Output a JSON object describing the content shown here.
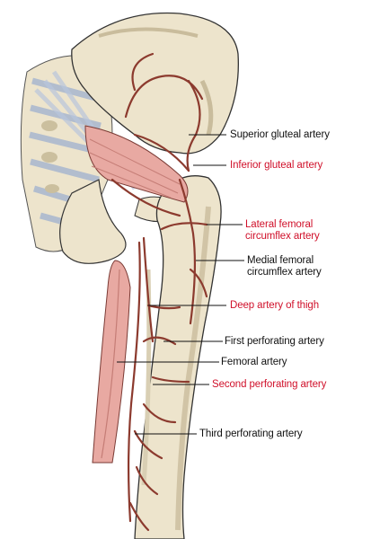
{
  "colors": {
    "black_label": "#111111",
    "red_label": "#d0102a",
    "bone_fill": "#ede4cc",
    "bone_shadow": "#c9bc9c",
    "ligament": "#c9d3e6",
    "muscle": "#e8a9a2",
    "artery": "#8c3a2e",
    "leader": "#111111"
  },
  "labels": {
    "superior_gluteal": "Superior gluteal artery",
    "inferior_gluteal": "Inferior gluteal artery",
    "lateral_circumflex_l1": "Lateral femoral",
    "lateral_circumflex_l2": "circumflex artery",
    "medial_circumflex_l1": "Medial femoral",
    "medial_circumflex_l2": "circumflex artery",
    "deep_artery": "Deep artery of thigh",
    "first_perforating": "First perforating artery",
    "femoral": "Femoral artery",
    "second_perforating": "Second perforating artery",
    "third_perforating": "Third perforating artery"
  }
}
